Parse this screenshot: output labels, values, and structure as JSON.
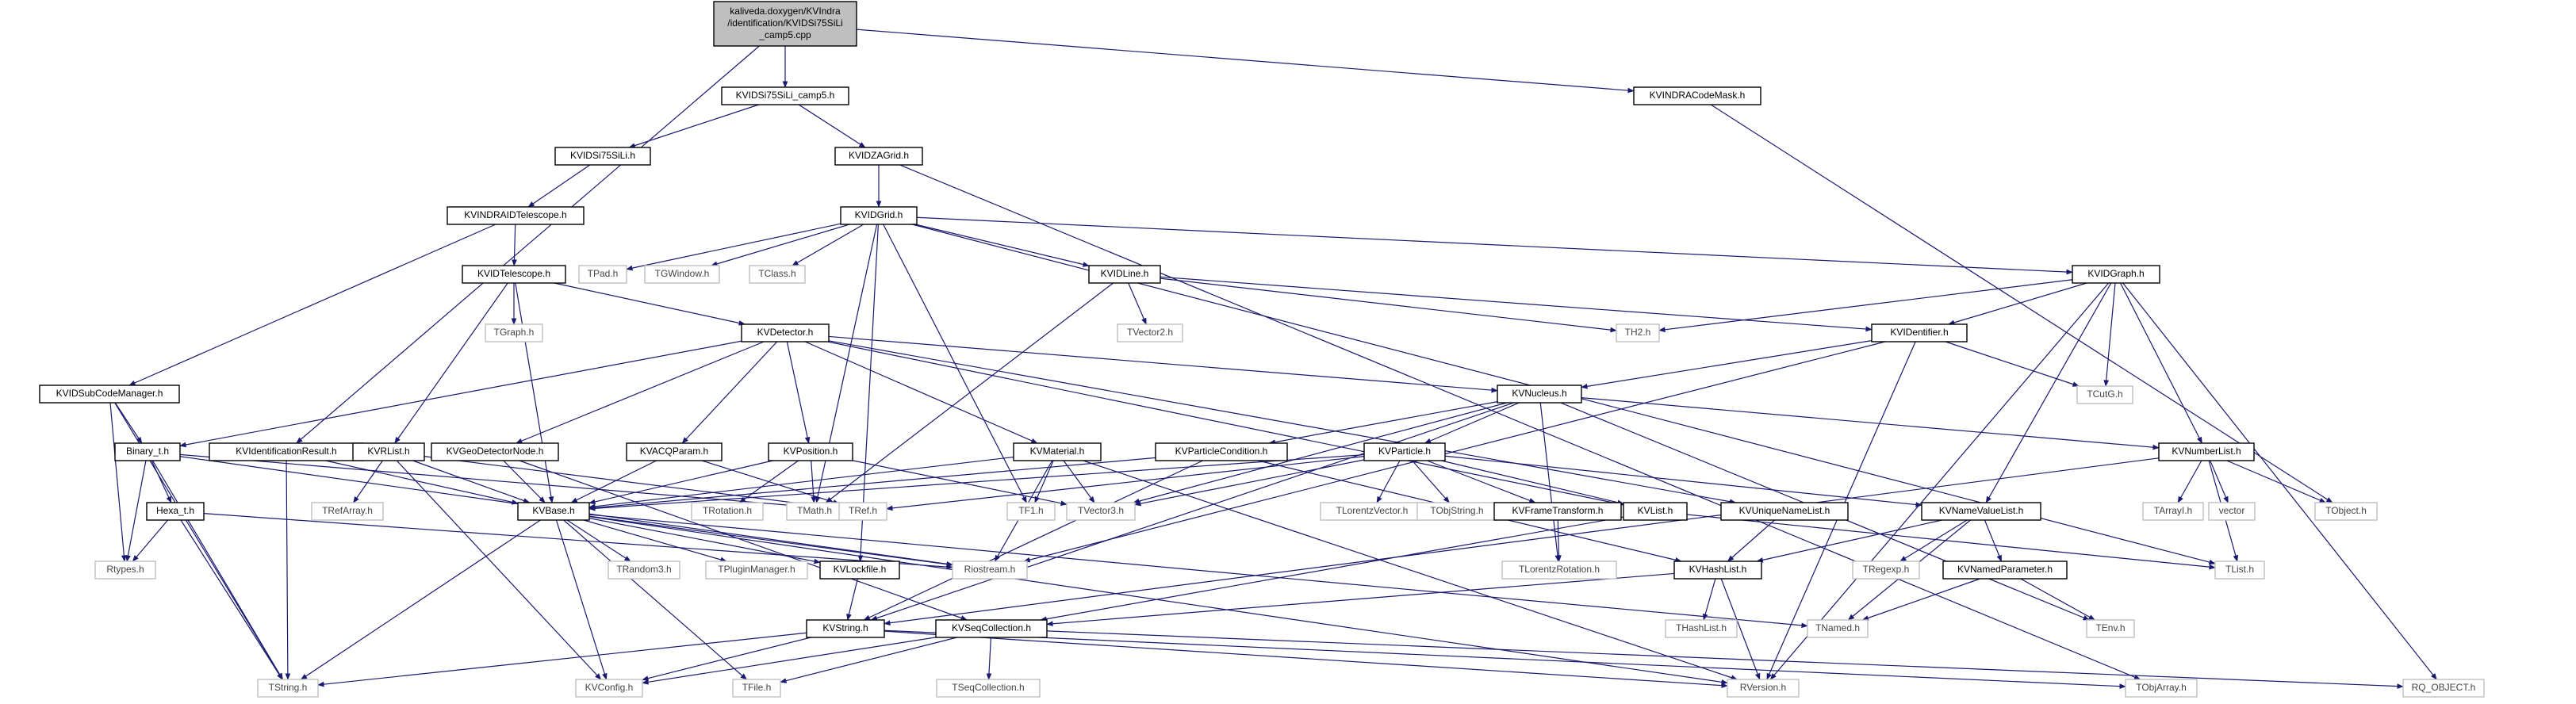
{
  "colors": {
    "root_fill": "#bfbfbf",
    "box_stroke": "#000000",
    "external_stroke": "#bfbfbf",
    "edge": "#191970",
    "text_dark": "#000000",
    "text_grey": "#444444"
  },
  "nodes": {
    "root": [
      "kaliveda.doxygen/KVIndra",
      "/identification/KVIDSi75SiLi",
      "_camp5.cpp"
    ],
    "KVIDSi75SiLi_camp5": "KVIDSi75SiLi_camp5.h",
    "KVINDRACodeMask": "KVINDRACodeMask.h",
    "KVIDSi75SiLi": "KVIDSi75SiLi.h",
    "KVIDZAGrid": "KVIDZAGrid.h",
    "KVINDRAIDTelescope": "KVINDRAIDTelescope.h",
    "KVIDGrid": "KVIDGrid.h",
    "KVIDTelescope": "KVIDTelescope.h",
    "TPad": "TPad.h",
    "TGWindow": "TGWindow.h",
    "TClass": "TClass.h",
    "KVIDLine": "KVIDLine.h",
    "KVIDGraph": "KVIDGraph.h",
    "TGraph": "TGraph.h",
    "KVDetector": "KVDetector.h",
    "TVector2": "TVector2.h",
    "TH2": "TH2.h",
    "KVIDentifier": "KVIDentifier.h",
    "TCutG": "TCutG.h",
    "KVIDSubCodeManager": "KVIDSubCodeManager.h",
    "KVNucleus": "KVNucleus.h",
    "Binary_t": "Binary_t.h",
    "KVIdentificationResult": "KVIdentificationResult.h",
    "KVRList": "KVRList.h",
    "KVGeoDetectorNode": "KVGeoDetectorNode.h",
    "KVACQParam": "KVACQParam.h",
    "KVPosition": "KVPosition.h",
    "KVMaterial": "KVMaterial.h",
    "KVParticleCondition": "KVParticleCondition.h",
    "KVParticle": "KVParticle.h",
    "KVNumberList": "KVNumberList.h",
    "TRefArray": "TRefArray.h",
    "Hexa_t": "Hexa_t.h",
    "KVBase": "KVBase.h",
    "TRotation": "TRotation.h",
    "TMath": "TMath.h",
    "TRef": "TRef.h",
    "TF1": "TF1.h",
    "TVector3": "TVector3.h",
    "TLorentzVector": "TLorentzVector.h",
    "TObjString": "TObjString.h",
    "KVFrameTransform": "KVFrameTransform.h",
    "KVList": "KVList.h",
    "KVUniqueNameList": "KVUniqueNameList.h",
    "KVNameValueList": "KVNameValueList.h",
    "TArrayI": "TArrayI.h",
    "vector": "vector",
    "TObject": "TObject.h",
    "Rtypes": "Rtypes.h",
    "TRandom3": "TRandom3.h",
    "TPluginManager": "TPluginManager.h",
    "KVLockfile": "KVLockfile.h",
    "Riostream": "Riostream.h",
    "TLorentzRotation": "TLorentzRotation.h",
    "KVHashList": "KVHashList.h",
    "TRegexp": "TRegexp.h",
    "KVNamedParameter": "KVNamedParameter.h",
    "TList": "TList.h",
    "KVString": "KVString.h",
    "KVSeqCollection": "KVSeqCollection.h",
    "THashList": "THashList.h",
    "TNamed": "TNamed.h",
    "TEnv": "TEnv.h",
    "TString": "TString.h",
    "KVConfig": "KVConfig.h",
    "TFile": "TFile.h",
    "TSeqCollection": "TSeqCollection.h",
    "RVersion": "RVersion.h",
    "TObjArray": "TObjArray.h",
    "RQ_OBJECT": "RQ_OBJECT.h"
  }
}
